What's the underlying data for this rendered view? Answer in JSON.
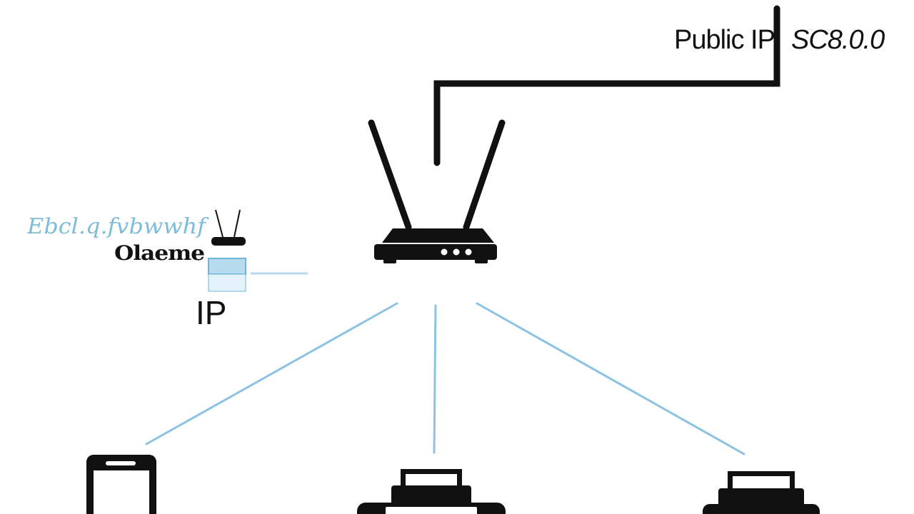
{
  "wan": {
    "label": "Public IP",
    "value": "SC8.0.0"
  },
  "local": {
    "scribble_text": "Ebcl.q.fvbwwhf",
    "device_name": "Olaeme",
    "ip_label": "IP"
  },
  "colors": {
    "wire": "#111111",
    "link": "#8cc2e2",
    "device_fill": "#111111",
    "device_screen": "#ffffff",
    "led": "#ffffff",
    "accent_blue": "#6fb5d8"
  },
  "icons": {
    "router": "router-icon",
    "phone": "smartphone-icon",
    "printer_center": "printer-icon",
    "printer_right": "printer-icon",
    "local_device": "small-router-icon"
  }
}
